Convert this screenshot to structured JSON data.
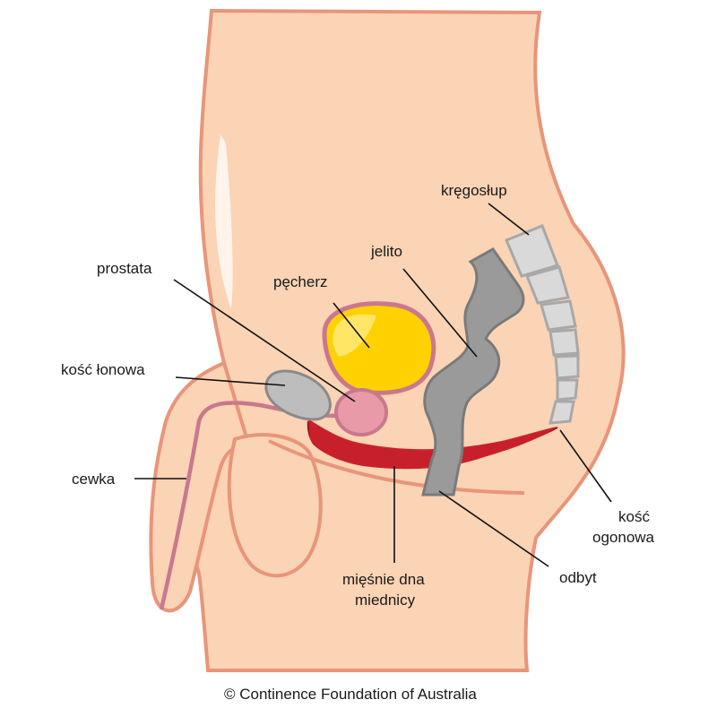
{
  "labels": {
    "spine": "kręgosłup",
    "bowel": "jelito",
    "prostate": "prostata",
    "bladder": "pęcherz",
    "pubic_bone": "kość łonowa",
    "urethra": "cewka",
    "pelvic_floor_line1": "mięśnie dna",
    "pelvic_floor_line2": "miednicy",
    "tailbone_line1": "kość",
    "tailbone_line2": "ogonowa",
    "anus": "odbyt"
  },
  "copyright": "© Continence Foundation of Australia",
  "colors": {
    "skin": "#fbd3b5",
    "skin_outline": "#e8957a",
    "bladder_fill": "#ffd100",
    "bladder_outline": "#c9788e",
    "prostate_fill": "#e99aa8",
    "muscle": "#c8202b",
    "bowel": "#9a9a9a",
    "bone": "#bdbdbd"
  }
}
